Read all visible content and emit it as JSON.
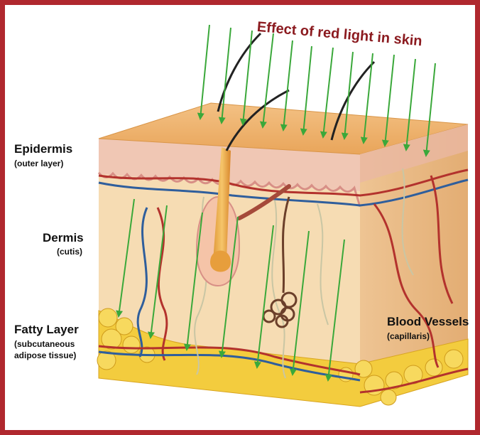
{
  "title": "Effect of red light in skin",
  "labels": {
    "epidermis": {
      "name": "Epidermis",
      "note": "(outer layer)"
    },
    "dermis": {
      "name": "Dermis",
      "note": "(cutis)"
    },
    "fatty_layer": {
      "name": "Fatty Layer",
      "note_line1": "(subcutaneous",
      "note_line2": "adipose tissue)"
    },
    "blood_vessels": {
      "name": "Blood Vessels",
      "note": "(capillaris)"
    }
  },
  "colors": {
    "frame": "#b0282e",
    "title": "#8b1a1f",
    "arrow": "#3aa83a",
    "skin_surface": "#efb36a",
    "dermis": "#f6dcb3",
    "fat": "#f3cc3e",
    "artery": "#b3322d",
    "vein": "#2f5e9c"
  }
}
